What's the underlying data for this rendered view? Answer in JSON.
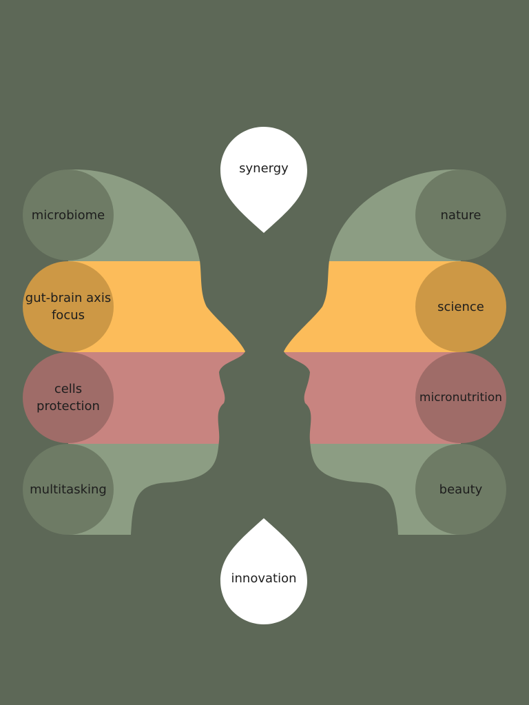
{
  "colors": {
    "background": "#5d6857",
    "sage_band": "#8c9d83",
    "sage_circle": "#6e7b65",
    "yellow_band": "#fcbc5a",
    "yellow_circle": "#cd9845",
    "pink_band": "#c88480",
    "pink_circle": "#9f6c68",
    "drop": "#ffffff",
    "text": "#1d1d1d"
  },
  "drops": {
    "top": "synergy",
    "bottom": "innovation"
  },
  "left_head": {
    "labels": [
      "microbiome",
      "gut-brain axis\nfocus",
      "cells\nprotection",
      "multitasking"
    ]
  },
  "right_head": {
    "labels": [
      "nature",
      "science",
      "micronutrition",
      "beauty"
    ]
  }
}
